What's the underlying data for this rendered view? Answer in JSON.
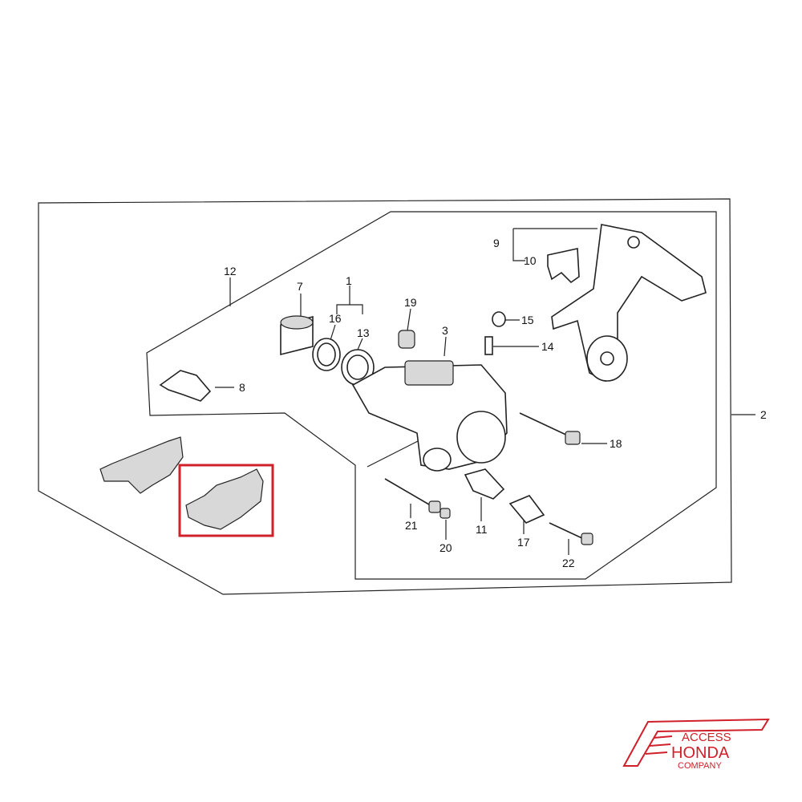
{
  "diagram": {
    "callouts": [
      {
        "id": "1",
        "text": "1"
      },
      {
        "id": "2",
        "text": "2"
      },
      {
        "id": "3",
        "text": "3"
      },
      {
        "id": "7",
        "text": "7"
      },
      {
        "id": "8",
        "text": "8"
      },
      {
        "id": "9",
        "text": "9"
      },
      {
        "id": "10",
        "text": "10"
      },
      {
        "id": "11",
        "text": "11"
      },
      {
        "id": "12",
        "text": "12"
      },
      {
        "id": "13",
        "text": "13"
      },
      {
        "id": "14",
        "text": "14"
      },
      {
        "id": "15",
        "text": "15"
      },
      {
        "id": "16",
        "text": "16"
      },
      {
        "id": "17",
        "text": "17"
      },
      {
        "id": "18",
        "text": "18"
      },
      {
        "id": "19",
        "text": "19"
      },
      {
        "id": "20",
        "text": "20"
      },
      {
        "id": "21",
        "text": "21"
      },
      {
        "id": "22",
        "text": "22"
      }
    ],
    "highlight_color": "#d0202a",
    "highlighted_part": "brake-pad-set"
  },
  "logo": {
    "line1": "ACCESS",
    "line2": "HONDA",
    "line3": "COMPANY",
    "color": "#d0202a"
  }
}
